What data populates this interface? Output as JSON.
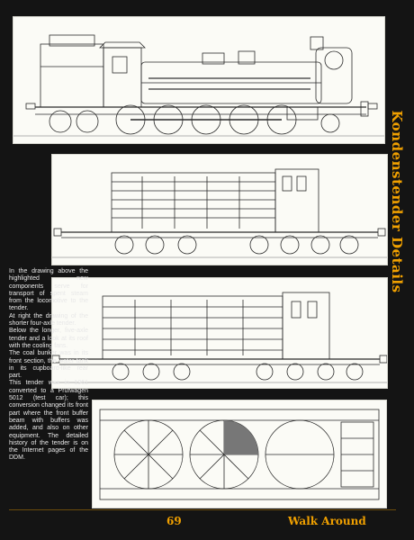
{
  "side_title": "Kondenstender Details",
  "body_paragraphs": [
    "In the drawing above the highlighted new components serve for transport of spent steam from the locomotive to the tender.",
    "At right the drawing of the shorter four-axle tender.",
    "Below the longer, five-axle tender and a look at its roof with the cooling fans.",
    "The coal bunker was in its front section, the water tank in its cupboard-like rear part.",
    "This tender was in 1961 converted to a Prüfwagen 5012 (test car); this conversion changed its front part where the front buffer beam with buffers was added, and also on other equipment. The detailed history of the tender is on the Internet pages of the DDM."
  ],
  "footer": {
    "page_number": "69",
    "section": "Walk Around"
  },
  "colors": {
    "accent": "#f0a000",
    "background": "#141414",
    "paper": "#fbfbf6",
    "ink": "#2a2a2a"
  }
}
